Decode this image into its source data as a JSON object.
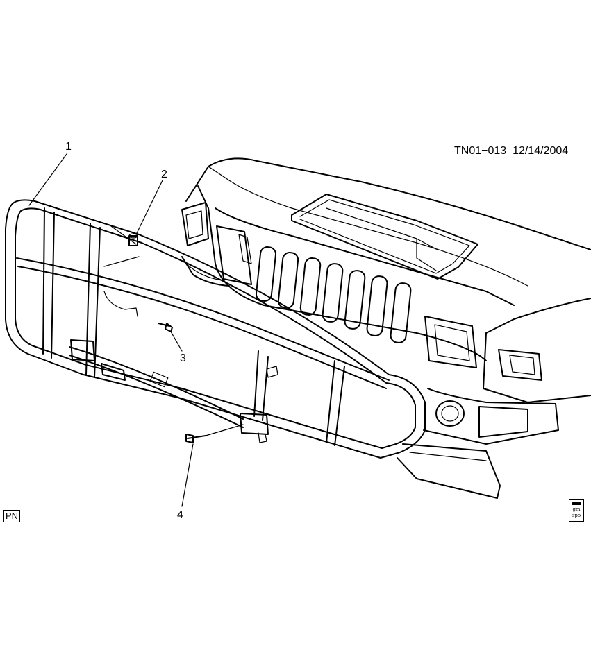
{
  "diagram": {
    "ref_code": "TN01−013",
    "date": "12/14/2004",
    "pn_label": "PN",
    "logo_text_top": "gm",
    "logo_text_bottom": "spo",
    "callouts": [
      "1",
      "2",
      "3",
      "4"
    ]
  }
}
